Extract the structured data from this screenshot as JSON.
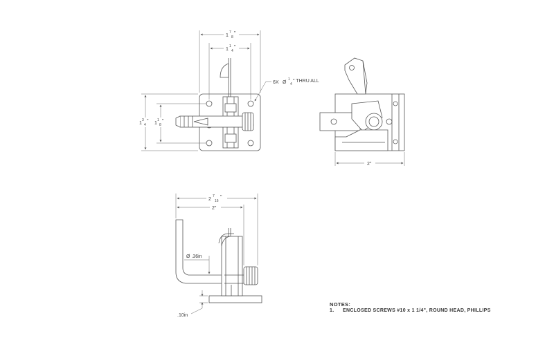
{
  "dimensions": {
    "top_overall_width": {
      "whole": "1",
      "num": "7",
      "den": "8",
      "unit": "\""
    },
    "top_hole_spacing": {
      "whole": "1",
      "num": "1",
      "den": "4",
      "unit": "\""
    },
    "hole_callout": {
      "count": "6X",
      "diameter": "Ø",
      "num": "1",
      "den": "4",
      "suffix": "\" THRU ALL"
    },
    "top_overall_height": {
      "whole": "1",
      "num": "3",
      "den": "4",
      "unit": "\""
    },
    "top_inner_height": {
      "whole": "1",
      "num": "1",
      "den": "8",
      "unit": "\""
    },
    "side_width": "2\"",
    "front_overall_width": {
      "whole": "2",
      "num": "7",
      "den": "16",
      "unit": "\""
    },
    "front_width": "2\"",
    "front_diameter": "Ø .36in",
    "front_thickness": ".10in"
  },
  "notes": {
    "title": "NOTES:",
    "items": [
      {
        "number": "1.",
        "text": "ENCLOSED SCREWS #10 x 1 1/4\", ROUND HEAD, PHILLIPS"
      }
    ]
  }
}
